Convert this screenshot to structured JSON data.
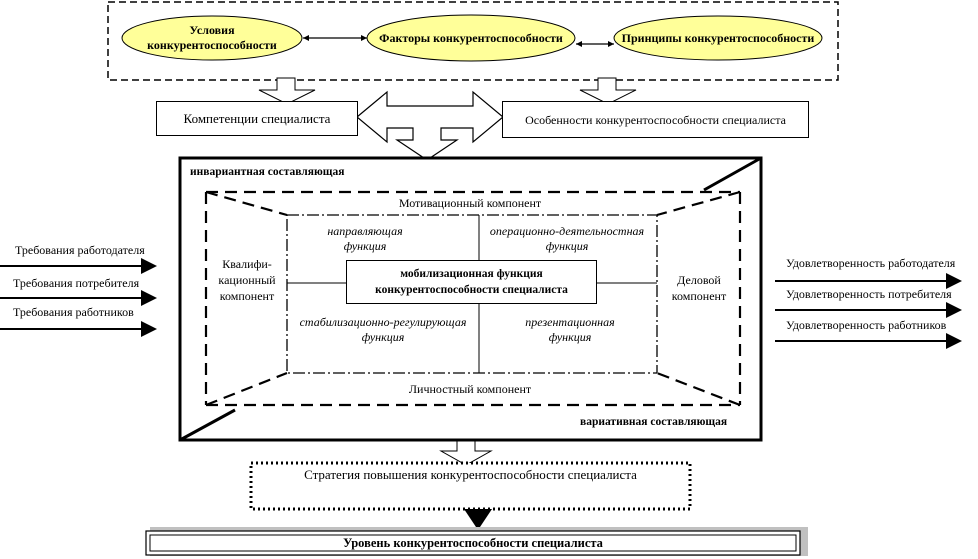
{
  "top_ovals": {
    "conditions": "Условия конкурентоспособности",
    "factors": "Факторы конкурентоспособности",
    "principles": "Принципы конкурентоспособности"
  },
  "competencies": "Компетенции специалиста",
  "features": "Особенности конкурентоспособности специалиста",
  "invariant_label": "инвариантная составляющая",
  "variative_label": "вариативная составляющая",
  "components": {
    "motivational": "Мотивационный компонент",
    "qualification": "Квалифи-кационный компонент",
    "business": "Деловой компонент",
    "personal": "Личностный компонент"
  },
  "functions": {
    "directing": "направляющая функция",
    "operational": "операционно-деятельностная функция",
    "stabilizing": "стабилизационно-регулирующая функция",
    "presentational": "презентационная функция"
  },
  "center": "мобилизационная функция конкурентоспособности специалиста",
  "left_inputs": [
    "Требования работодателя",
    "Требования потребителя",
    "Требования работников"
  ],
  "right_outputs": [
    "Удовлетворенность работодателя",
    "Удовлетворенность потребителя",
    "Удовлетворенность работников"
  ],
  "strategy": "Стратегия повышения конкурентоспособности специалиста",
  "level": "Уровень конкурентоспособности специалиста",
  "colors": {
    "oval_fill": "#ffff99",
    "arrow_fill": "#ffffff",
    "shadow": "#c0c0c0"
  }
}
